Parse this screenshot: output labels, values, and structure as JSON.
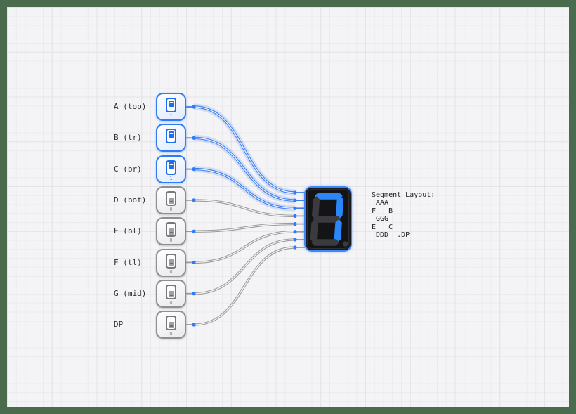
{
  "switches": [
    {
      "id": "A",
      "label": "A (top)",
      "state": "1",
      "on": true
    },
    {
      "id": "B",
      "label": "B (tr)",
      "state": "1",
      "on": true
    },
    {
      "id": "C",
      "label": "C (br)",
      "state": "1",
      "on": true
    },
    {
      "id": "D",
      "label": "D (bot)",
      "state": "0",
      "on": false
    },
    {
      "id": "E",
      "label": "E (bl)",
      "state": "0",
      "on": false
    },
    {
      "id": "F",
      "label": "F (tl)",
      "state": "0",
      "on": false
    },
    {
      "id": "G",
      "label": "G (mid)",
      "state": "0",
      "on": false
    },
    {
      "id": "DP",
      "label": "DP",
      "state": "0",
      "on": false
    }
  ],
  "display": {
    "type": "seven-segment",
    "value_shown": "7",
    "segments": {
      "A": true,
      "B": true,
      "C": true,
      "D": false,
      "E": false,
      "F": false,
      "G": false,
      "DP": false
    }
  },
  "note": {
    "lines": [
      "Segment Layout:",
      " AAA",
      "F   B",
      " GGG",
      "E   C",
      " DDD  .DP"
    ]
  },
  "colors": {
    "accent_blue": "#2f7df6",
    "wire_on": "#3b7cf0",
    "wire_off": "#9b9b9b",
    "wire_core_on": "#eaf1ff",
    "wire_core_off": "#f4f4f4",
    "wire_glow": "rgba(59,124,240,0.18)",
    "pin": "#2f7df6",
    "frame_green": "#4a6b4e",
    "canvas_bg": "#f4f4f6",
    "display_body": "#1b1b1f",
    "display_outline": "#3f86f7",
    "segment_lit": "#2b86f8",
    "segment_unlit": "#3a3a3f",
    "label_color": "#2e2e30"
  }
}
